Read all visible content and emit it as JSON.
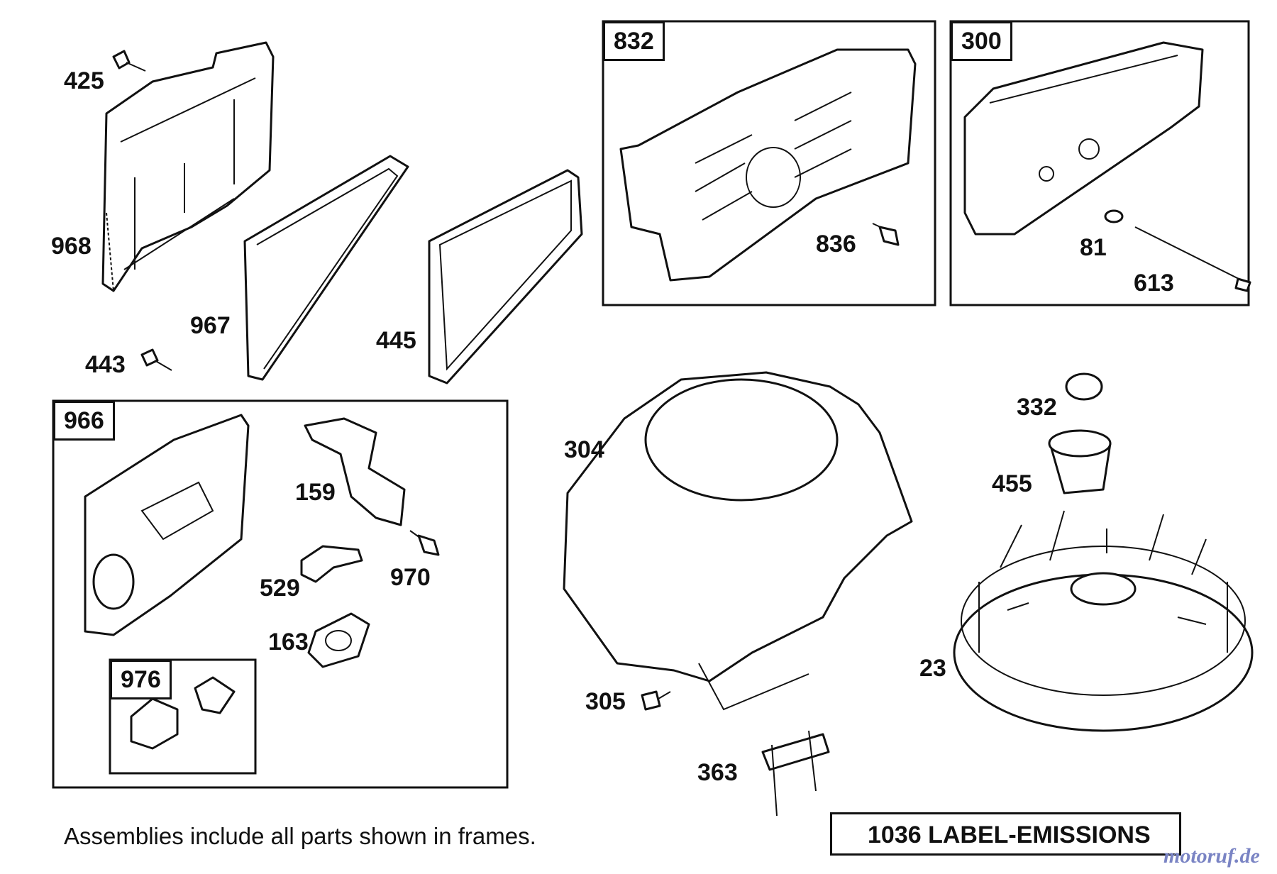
{
  "frames": {
    "832": "832",
    "300": "300",
    "966": "966",
    "976": "976"
  },
  "labels": {
    "p425": "425",
    "p968": "968",
    "p967": "967",
    "p443": "443",
    "p445": "445",
    "p836": "836",
    "p81": "81",
    "p613": "613",
    "p159": "159",
    "p529": "529",
    "p970": "970",
    "p163": "163",
    "p304": "304",
    "p305": "305",
    "p363": "363",
    "p332": "332",
    "p455": "455",
    "p23": "23"
  },
  "footer": {
    "note": "Assemblies include all parts shown in frames.",
    "emissions": "1036 LABEL-EMISSIONS",
    "watermark": "motoruf.de"
  }
}
